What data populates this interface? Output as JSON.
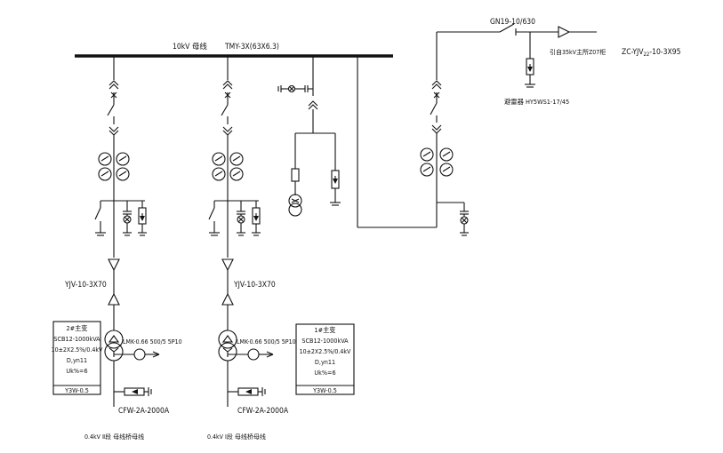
{
  "busbar": {
    "name": "10kV 母线",
    "spec": "TMY-3X(63X6.3)"
  },
  "incoming": {
    "switch": "GN19-10/630",
    "source": "引自35kV主所Z07柜",
    "cable": "ZC-YJV",
    "cable_sub": "22",
    "cable_tail": "-10-3X95",
    "arrester": "避雷器 HY5WS1-17/45"
  },
  "feeders": [
    {
      "cable": "YJV-10-3X70",
      "ct": "LMK-0.66 500/5 5P10",
      "breaker": "CFW-2A-2000A",
      "bus_low": "0.4kV Ⅱ段 母线桥母线",
      "transformer": {
        "title": "2#主变",
        "model": "SCB12-1000kVA",
        "ratio": "10±2X2.5%/0.4kV",
        "group": "D,yn11",
        "uk": "Uk%=6",
        "arrester": "Y3W-0.5"
      }
    },
    {
      "cable": "YJV-10-3X70",
      "ct": "LMK-0.66 500/5 5P10",
      "breaker": "CFW-2A-2000A",
      "bus_low": "0.4kV Ⅰ段 母线桥母线",
      "transformer": {
        "title": "1#主变",
        "model": "SCB12-1000kVA",
        "ratio": "10±2X2.5%/0.4kV",
        "group": "D,yn11",
        "uk": "Uk%=6",
        "arrester": "Y3W-0.5"
      }
    }
  ]
}
